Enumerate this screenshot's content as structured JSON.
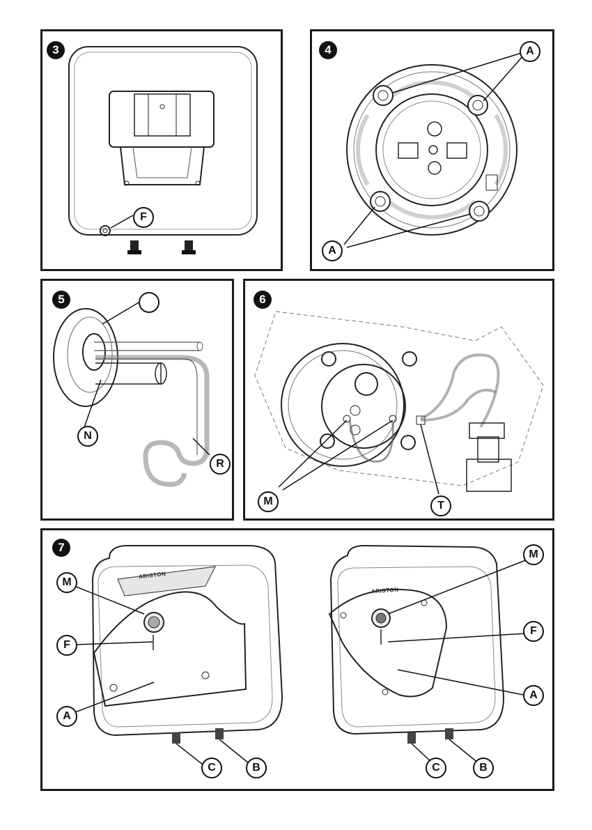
{
  "panels": {
    "p3": {
      "number": "3",
      "callouts": {
        "F": "F"
      }
    },
    "p4": {
      "number": "4",
      "callouts": {
        "A_top": "A",
        "A_bottom": "A"
      }
    },
    "p5": {
      "number": "5",
      "callouts": {
        "blank": "",
        "N": "N",
        "R": "R"
      }
    },
    "p6": {
      "number": "6",
      "callouts": {
        "M": "M",
        "T": "T"
      }
    },
    "p7": {
      "number": "7",
      "brand": "ARISTON",
      "left": {
        "M": "M",
        "F": "F",
        "A": "A",
        "C": "C",
        "B": "B"
      },
      "right": {
        "M": "M",
        "F": "F",
        "A": "A",
        "C": "C",
        "B": "B"
      }
    }
  }
}
